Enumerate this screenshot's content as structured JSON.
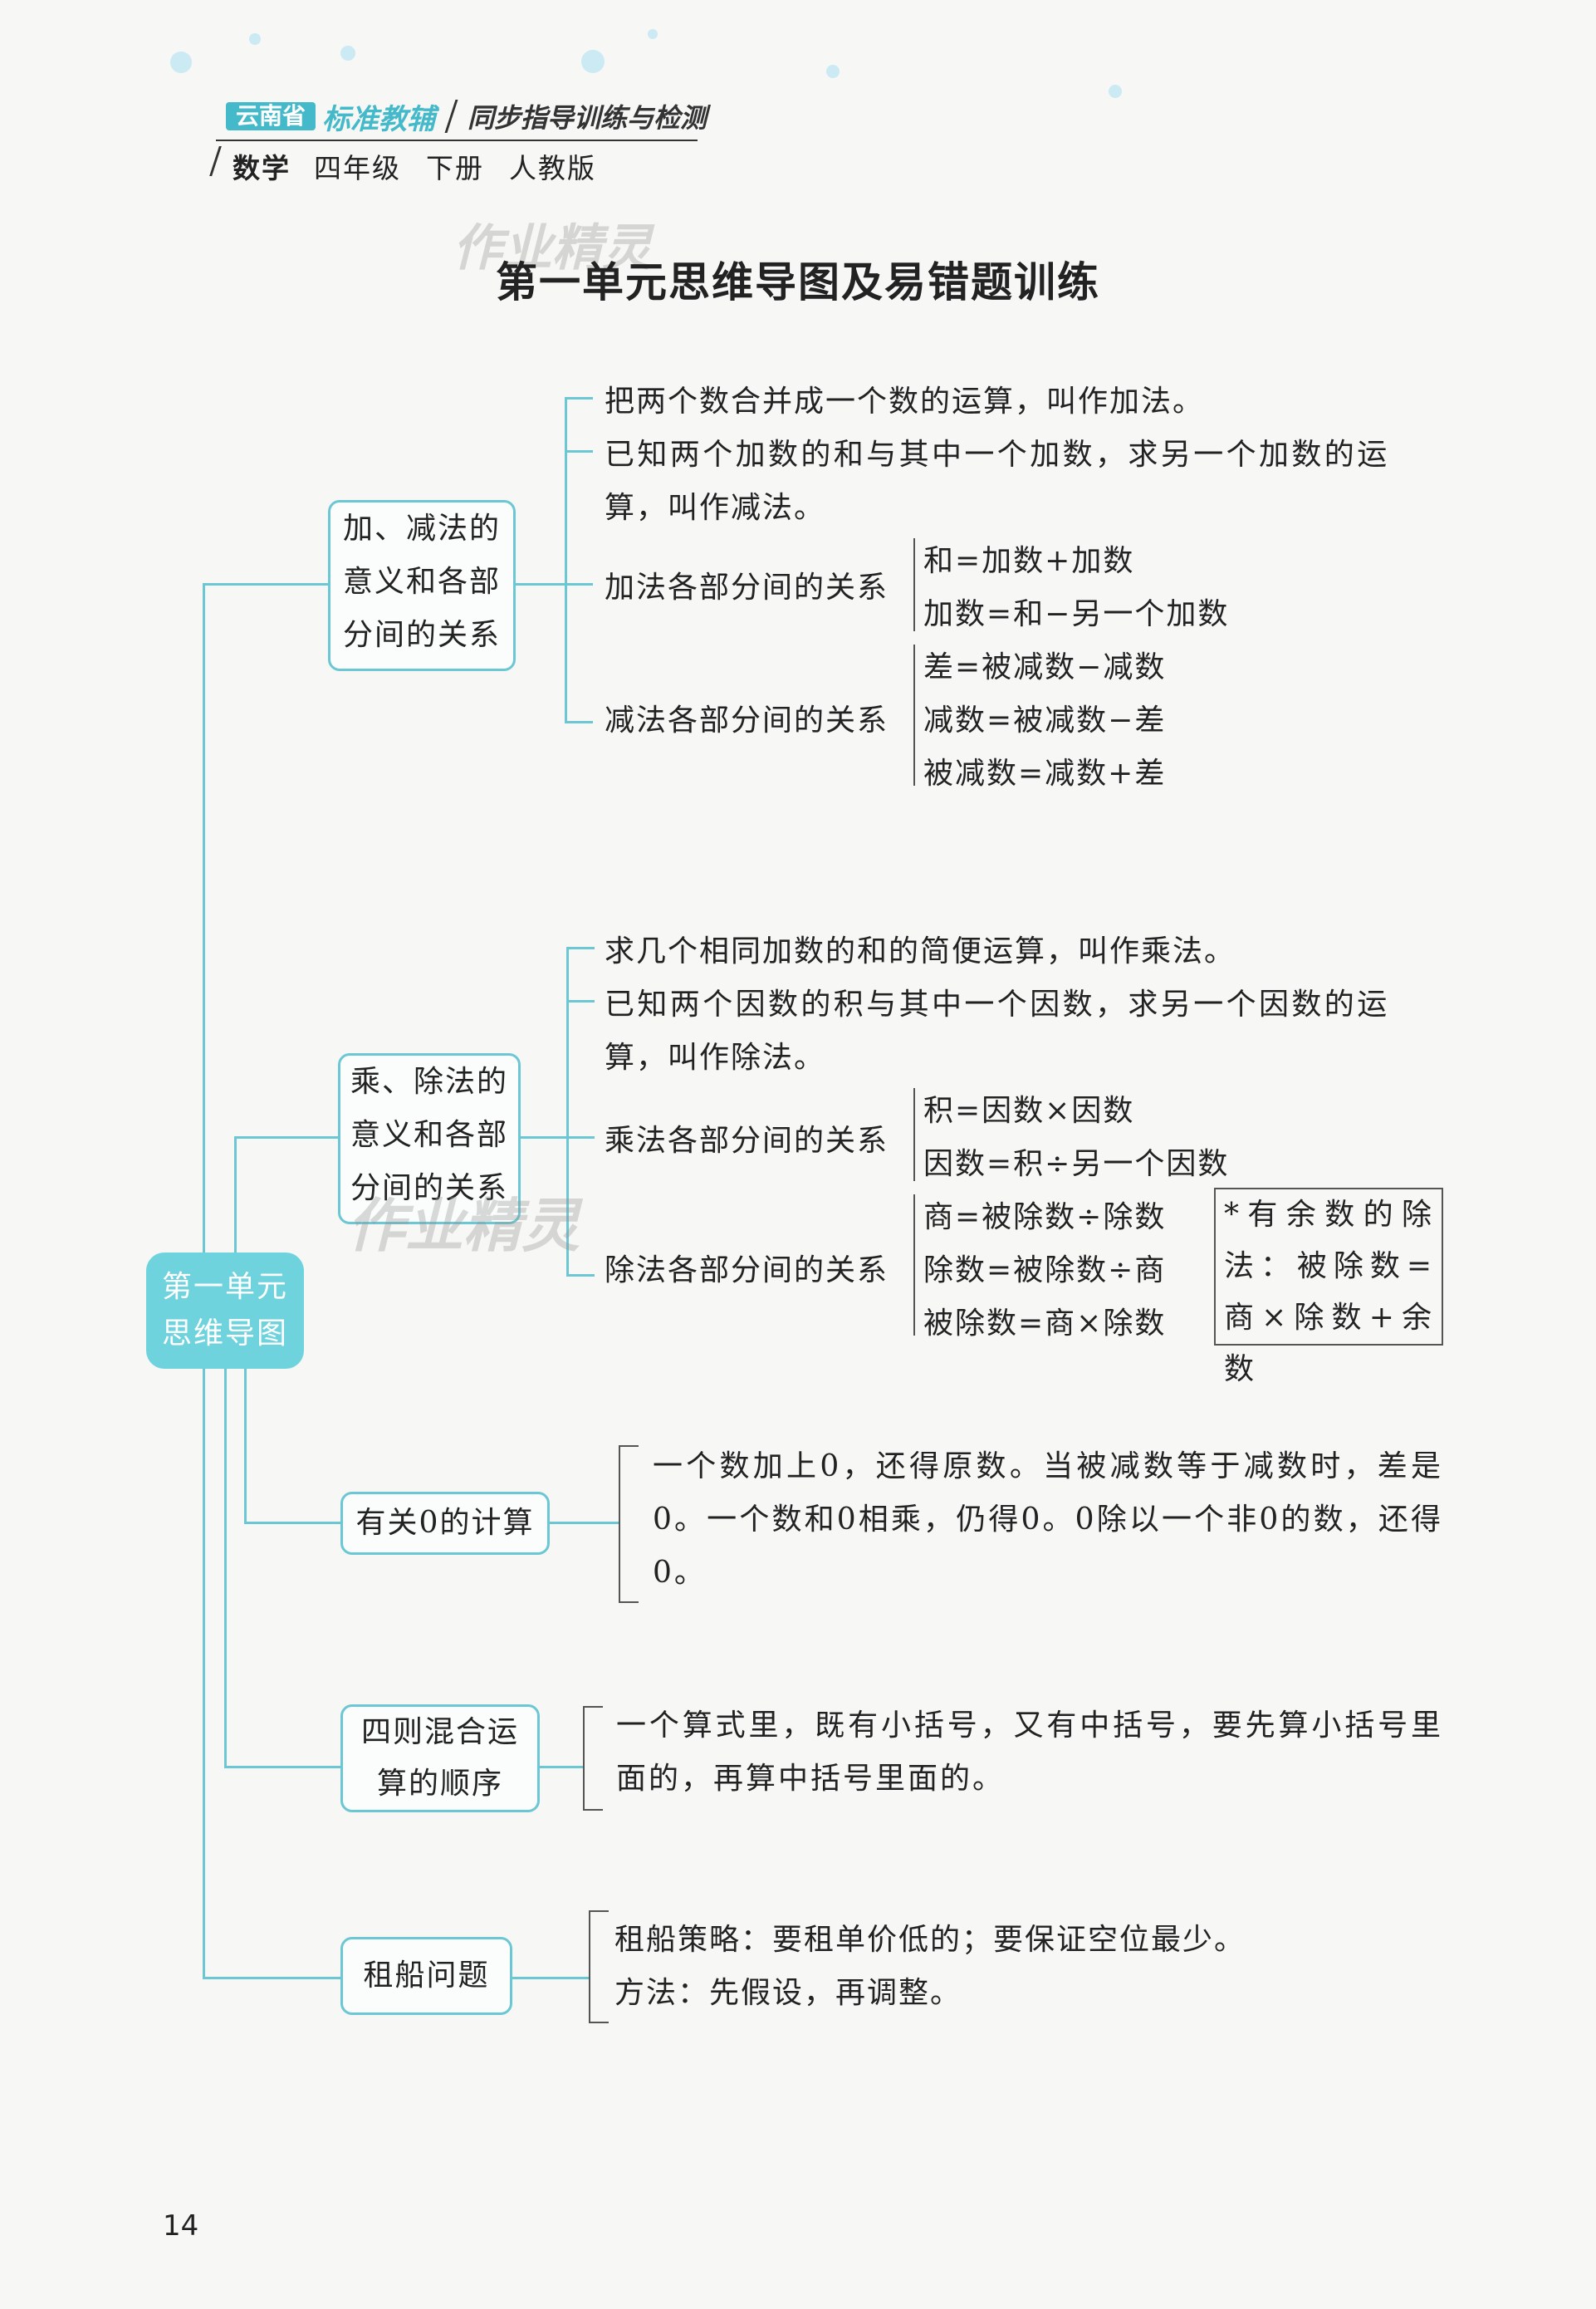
{
  "header": {
    "brand_badge": "云南省",
    "brand_name": "标准教辅",
    "series": "同步指导训练与检测",
    "subject": "数学",
    "grade": "四年级",
    "volume": "下册",
    "edition": "人教版"
  },
  "watermark": "作业精灵",
  "page_title": "第一单元思维导图及易错题训练",
  "root": {
    "line1": "第一单元",
    "line2": "思维导图"
  },
  "branches": {
    "addsub": {
      "box": [
        "加、减法的",
        "意义和各部",
        "分间的关系"
      ],
      "def_add": "把两个数合并成一个数的运算，叫作加法。",
      "def_sub_1": "已知两个加数的和与其中一个加数，求另一个加数的运",
      "def_sub_2": "算，叫作减法。",
      "add_rel_label": "加法各部分间的关系",
      "add_rel": [
        "和=加数+加数",
        "加数=和−另一个加数"
      ],
      "sub_rel_label": "减法各部分间的关系",
      "sub_rel": [
        "差=被减数−减数",
        "减数=被减数−差",
        "被减数=减数+差"
      ]
    },
    "muldiv": {
      "box": [
        "乘、除法的",
        "意义和各部",
        "分间的关系"
      ],
      "def_mul": "求几个相同加数的和的简便运算，叫作乘法。",
      "def_div_1": "已知两个因数的积与其中一个因数，求另一个因数的运",
      "def_div_2": "算，叫作除法。",
      "mul_rel_label": "乘法各部分间的关系",
      "mul_rel": [
        "积=因数×因数",
        "因数=积÷另一个因数"
      ],
      "div_rel_label": "除法各部分间的关系",
      "div_rel": [
        "商=被除数÷除数",
        "除数=被除数÷商",
        "被除数=商×除数"
      ],
      "note": "*有余数的除法：被除数=商×除数+余数"
    },
    "zero": {
      "box": "有关0的计算",
      "text": "一个数加上0，还得原数。当被减数等于减数时，差是0。一个数和0相乘，仍得0。0除以一个非0的数，还得0。"
    },
    "order": {
      "box": [
        "四则混合运",
        "算的顺序"
      ],
      "text": "一个算式里，既有小括号，又有中括号，要先算小括号里面的，再算中括号里面的。"
    },
    "boat": {
      "box": "租船问题",
      "line1": "租船策略：要租单价低的；要保证空位最少。",
      "line2": "方法：先假设，再调整。"
    }
  },
  "page_number": "14"
}
